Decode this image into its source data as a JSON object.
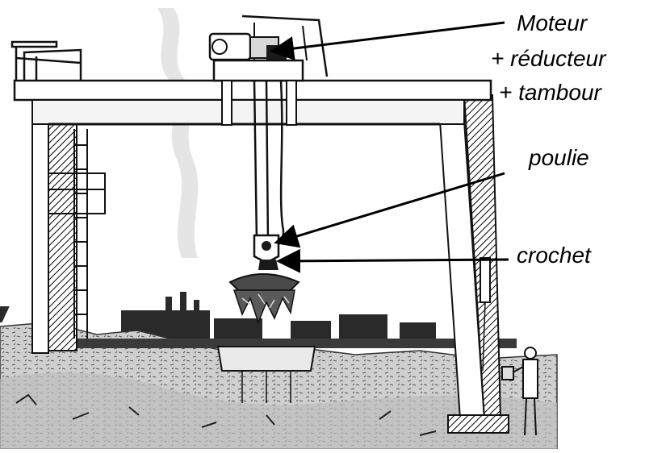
{
  "labels": {
    "motor_line1": "Moteur",
    "motor_line2": "+ réducteur",
    "motor_line3": "+ tambour",
    "pulley": "poulie",
    "hook": "crochet"
  },
  "colors": {
    "ink": "#1a1a1a",
    "ground": "#c8c8c8",
    "sky": "#ffffff",
    "beam_fill": "#ffffff",
    "hatch": "#000000"
  }
}
